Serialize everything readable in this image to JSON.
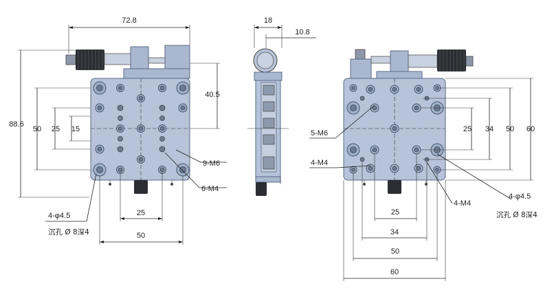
{
  "drawing": {
    "front_view": {
      "width_overall": "72.8",
      "height_overall": "88.6",
      "dim_40_5": "40.5",
      "dim_50_v": "50",
      "dim_25_v": "25",
      "dim_15_v": "15",
      "dim_25_h": "25",
      "dim_50_h": "50",
      "label_9m6": "9-M6",
      "label_6m4": "6-M4",
      "label_4phi": "4-φ4.5",
      "label_counterbore": "沉孔 Ø 8深4"
    },
    "side_view": {
      "dim_18": "18",
      "dim_10_8": "10.8"
    },
    "bottom_view": {
      "label_5m6": "5-M6",
      "label_4m4_left": "4-M4",
      "label_4m4_right": "4-M4",
      "label_4phi": "4-φ4.5",
      "label_counterbore": "沉孔 Ø 8深4",
      "dim_25_v": "25",
      "dim_34_v": "34",
      "dim_50_v": "50",
      "dim_60_v": "60",
      "dim_25_h": "25",
      "dim_34_h": "34",
      "dim_50_h": "50",
      "dim_60_h": "60"
    }
  },
  "colors": {
    "plate": "#b6c3d8",
    "hole": "#6d7b92",
    "knurl": "#2b2d33",
    "line": "#222222"
  }
}
